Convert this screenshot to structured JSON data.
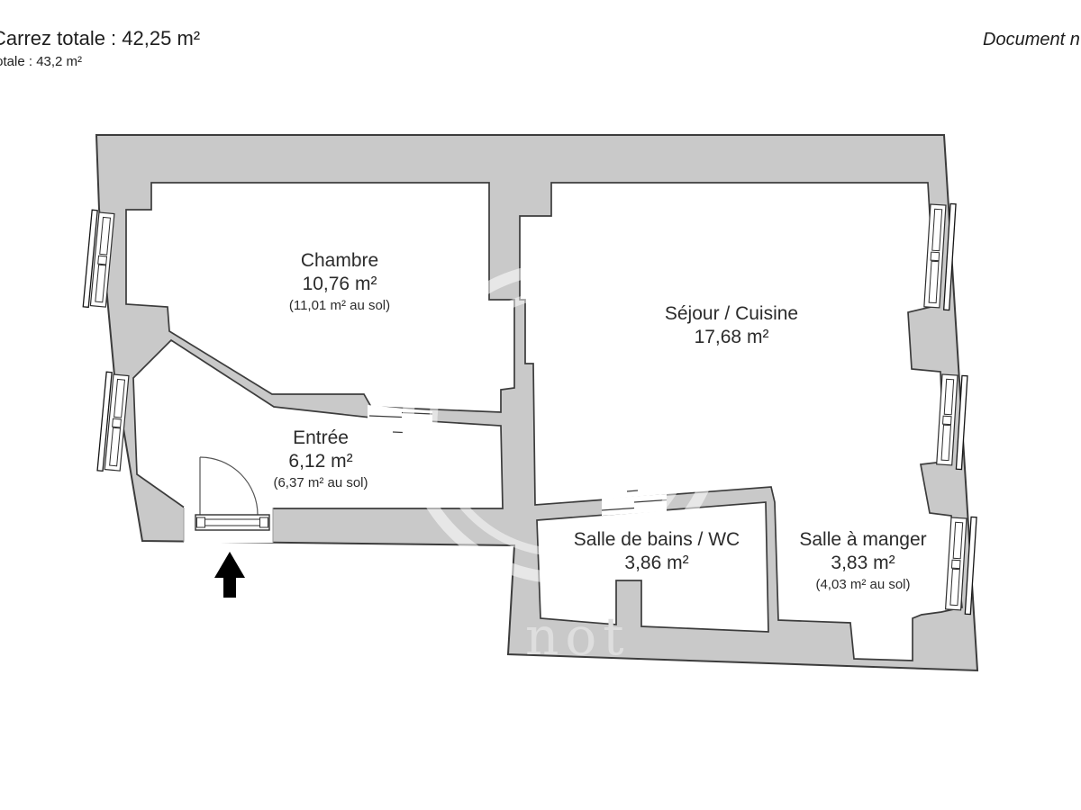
{
  "header": {
    "surface_line1": "Carrez totale : 42,25 m²",
    "surface_line2": "totale : 43,2 m²",
    "document_note": "Document n"
  },
  "rooms": {
    "chambre": {
      "name": "Chambre",
      "area": "10,76 m²",
      "floor_area": "(11,01 m² au sol)"
    },
    "sejour": {
      "name": "Séjour / Cuisine",
      "area": "17,68 m²"
    },
    "entree": {
      "name": "Entrée",
      "area": "6,12 m²",
      "floor_area": "(6,37 m² au sol)"
    },
    "salle_de_bains": {
      "name": "Salle de bains / WC",
      "area": "3,86 m²"
    },
    "salle_a_manger": {
      "name": "Salle à manger",
      "area": "3,83 m²",
      "floor_area": "(4,03 m² au sol)"
    }
  },
  "watermark": {
    "text": "not"
  },
  "colors": {
    "wall_fill": "#c9c9c9",
    "wall_stroke": "#3c3c3c",
    "room_fill": "#ffffff",
    "text": "#2b2b2b",
    "watermark": "#dedede",
    "arrow": "#000000"
  }
}
